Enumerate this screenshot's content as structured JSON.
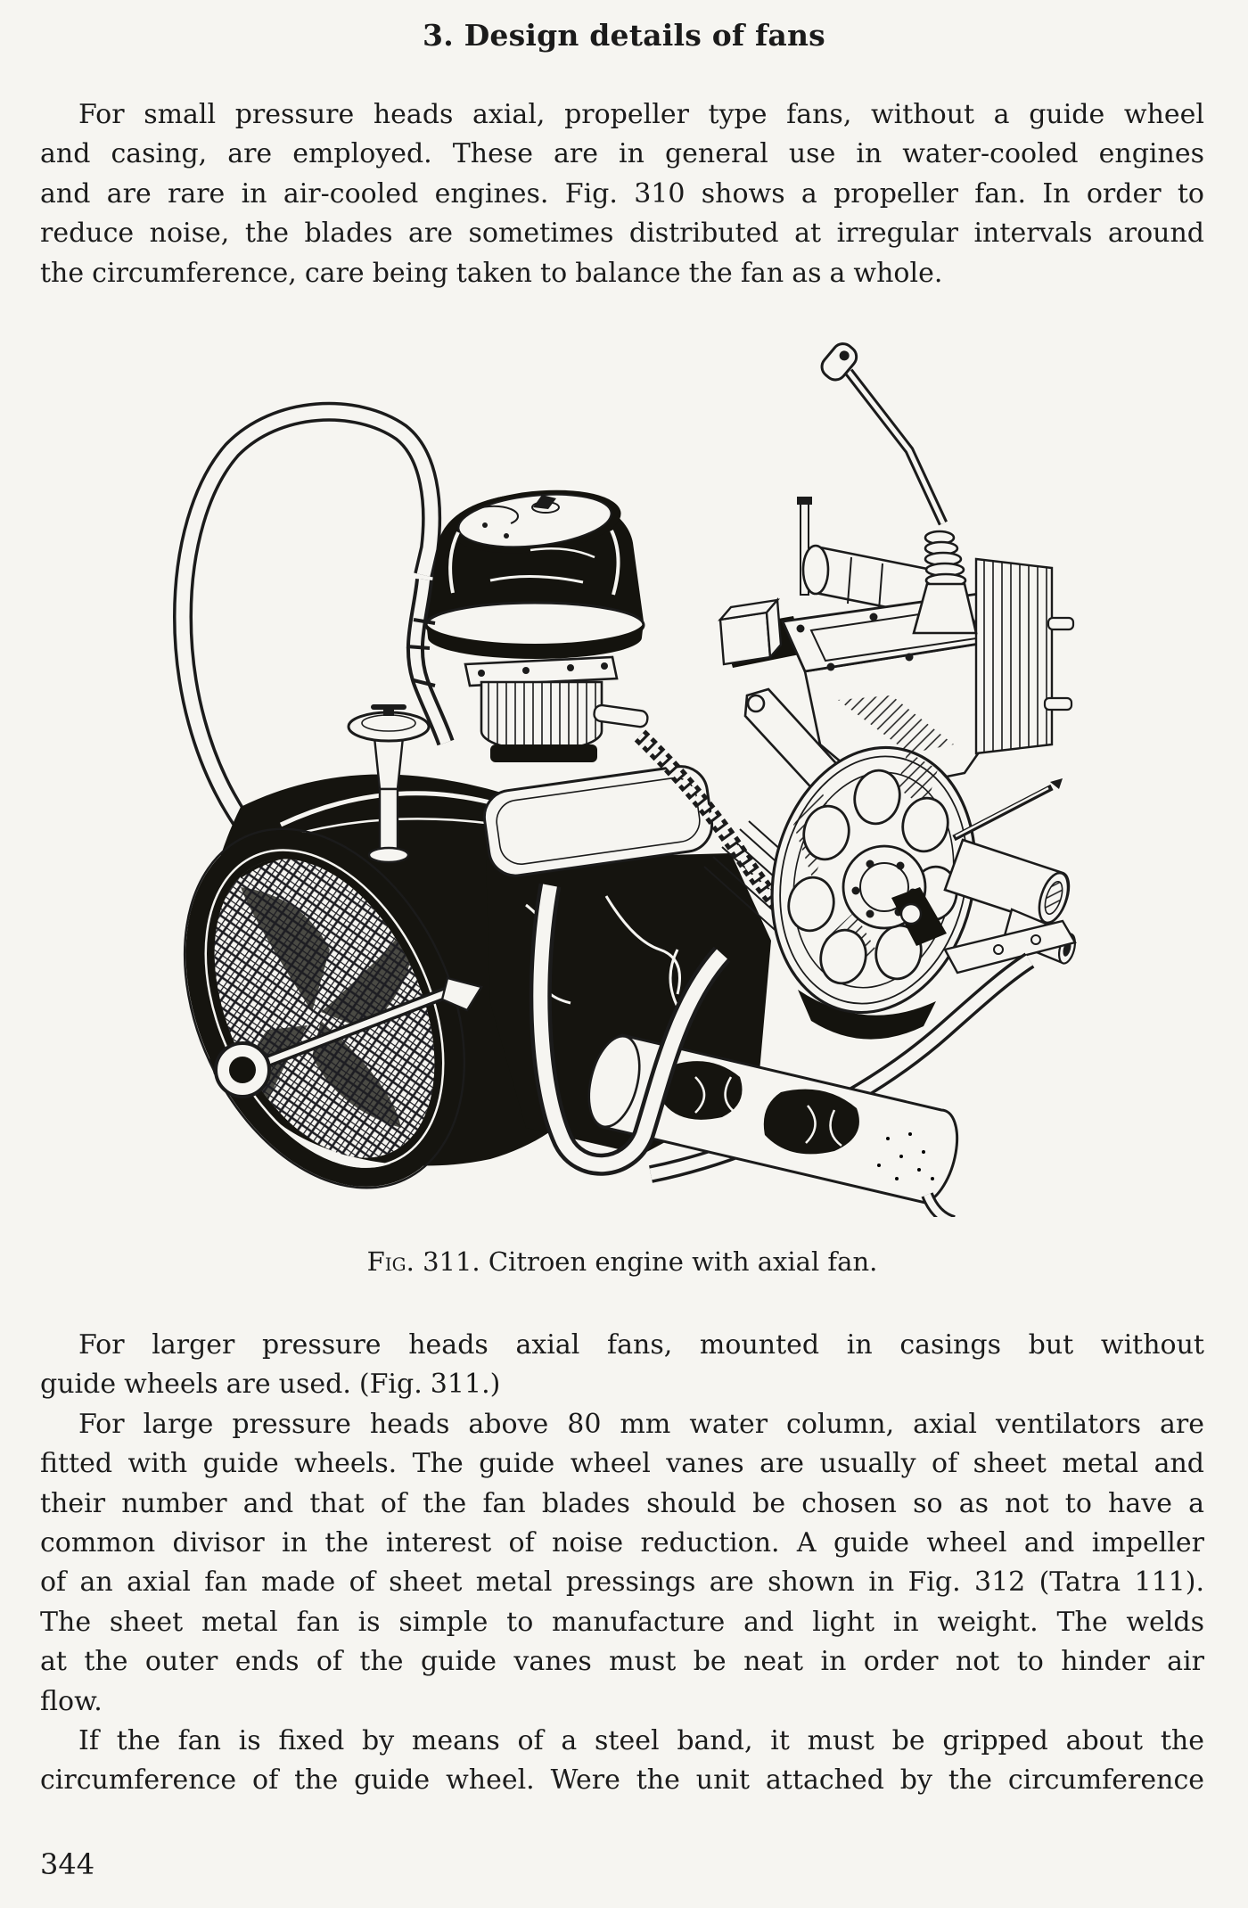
{
  "title": "3. Design details of fans",
  "paragraphs": {
    "p1": [
      "For small pressure heads axial, propeller type fans, without a guide wheel",
      "and casing, are employed. These are in general use in water-cooled engines",
      "and are rare in air-cooled engines. Fig. 310 shows a propeller fan. In order to",
      "reduce noise, the blades are sometimes distributed at irregular intervals around",
      "the circumference, care being taken to balance the fan as a whole."
    ],
    "p2": [
      "For larger pressure heads axial fans, mounted in casings but without",
      "guide wheels are used. (Fig. 311.)"
    ],
    "p3": [
      "For large pressure heads above 80 mm water column, axial ventilators are",
      "fitted with guide wheels. The guide wheel vanes are usually of sheet metal and",
      "their number and that of the fan blades should be chosen so as not to have a",
      "common divisor in the interest of noise reduction. A guide wheel and impeller",
      "of an axial fan made of sheet metal pressings are shown in Fig. 312 (Tatra 111).",
      "The sheet metal fan is simple to manufacture and light in weight. The welds",
      "at the outer ends of the guide vanes must be neat in order not to hinder air",
      "flow."
    ],
    "p4": [
      "If the fan is fixed by means of a steel band, it must be gripped about the",
      "circumference of the guide wheel. Were the unit attached by the circumference"
    ]
  },
  "figure": {
    "label": "Fig.",
    "caption": "311. Citroen engine with axial fan.",
    "subject": "citroen-engine-with-axial-fan"
  },
  "page_number": "344",
  "colors": {
    "ink": "#1b1b1b",
    "paper": "#f6f5f1"
  }
}
